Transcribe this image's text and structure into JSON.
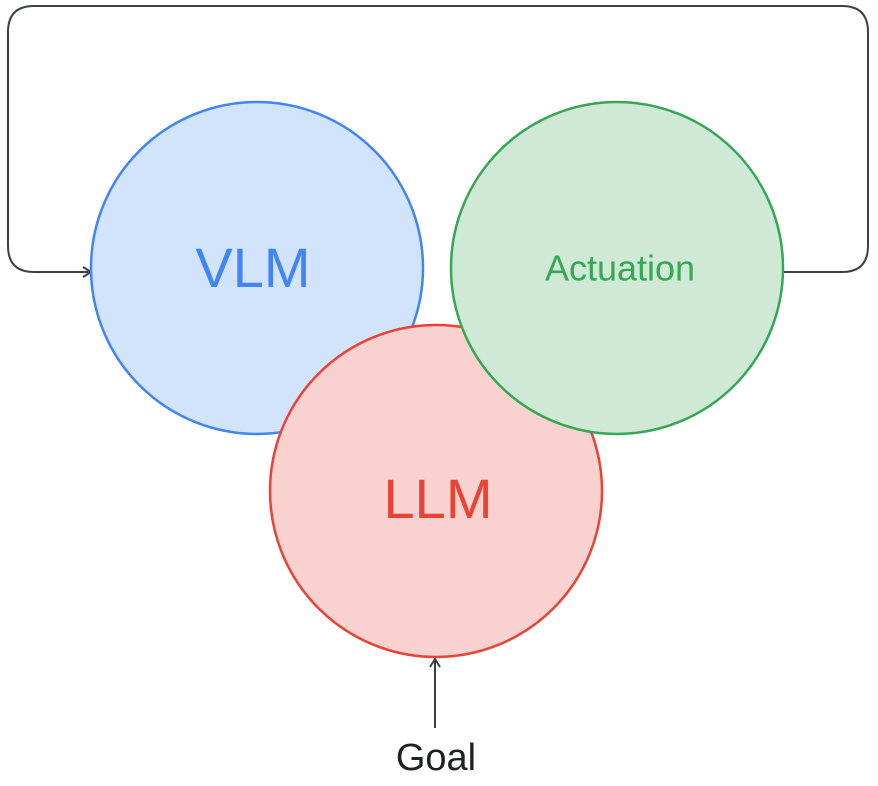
{
  "diagram": {
    "nodes": [
      {
        "id": "vlm",
        "label": "VLM",
        "fill": "#d2e3fc",
        "stroke": "#4285f4",
        "text_color": "#4285f4"
      },
      {
        "id": "actuation",
        "label": "Actuation",
        "fill": "#d0e9d6",
        "stroke": "#34a853",
        "text_color": "#34a853"
      },
      {
        "id": "llm",
        "label": "LLM",
        "fill": "#f9d1cf",
        "stroke": "#ea4335",
        "text_color": "#ea4335"
      }
    ],
    "input": {
      "label": "Goal",
      "text_color": "#202124"
    },
    "edges": [
      {
        "from": "actuation",
        "to": "vlm",
        "style": "feedback loop arrow"
      },
      {
        "from": "goal",
        "to": "llm",
        "style": "arrow"
      }
    ],
    "line_color": "#3c4043"
  }
}
